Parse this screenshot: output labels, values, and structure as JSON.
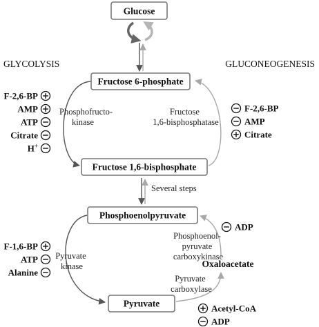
{
  "headings": {
    "glycolysis": "GLYCOLYSIS",
    "gluconeogenesis": "GLUCONEOGENESIS"
  },
  "nodes": {
    "glucose": "Glucose",
    "f6p": "Fructose 6-phosphate",
    "f16bp": "Fructose 1,6-bisphosphate",
    "pep": "Phosphoenolpyruvate",
    "pyruvate": "Pyruvate",
    "oxaloacetate": "Oxaloacetate"
  },
  "enzymes": {
    "pfk": [
      "Phosphofructo-",
      "kinase"
    ],
    "fbpase": [
      "Fructose",
      "1,6-bisphosphatase"
    ],
    "pk": [
      "Pyruvate",
      "kinase"
    ],
    "pepck": [
      "Phosphoenol-",
      "pyruvate",
      "carboxykinase"
    ],
    "pc": [
      "Pyruvate",
      "carboxylase"
    ]
  },
  "several_steps": "Several steps",
  "regulators": {
    "pfk": [
      {
        "label": "F-2,6-BP",
        "sign": "+"
      },
      {
        "label": "AMP",
        "sign": "+"
      },
      {
        "label": "ATP",
        "sign": "-"
      },
      {
        "label": "Citrate",
        "sign": "-"
      },
      {
        "label": "H",
        "sup": "+",
        "sign": "-"
      }
    ],
    "fbpase": [
      {
        "label": "F-2,6-BP",
        "sign": "-"
      },
      {
        "label": "AMP",
        "sign": "-"
      },
      {
        "label": "Citrate",
        "sign": "+"
      }
    ],
    "pk": [
      {
        "label": "F-1,6-BP",
        "sign": "+"
      },
      {
        "label": "ATP",
        "sign": "-"
      },
      {
        "label": "Alanine",
        "sign": "-"
      }
    ],
    "pepck": [
      {
        "label": "ADP",
        "sign": "-"
      }
    ],
    "pc": [
      {
        "label": "Acetyl-CoA",
        "sign": "+"
      },
      {
        "label": "ADP",
        "sign": "-"
      }
    ]
  },
  "colors": {
    "glycolysis_arrow": "#555555",
    "gluconeogenesis_arrow": "#a8a8a8",
    "box_border": "#777777"
  }
}
